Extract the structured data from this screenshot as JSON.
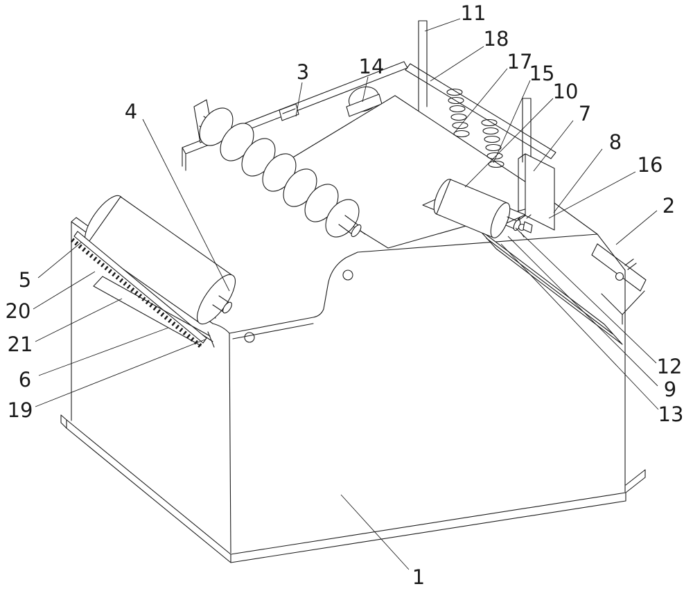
{
  "figure": {
    "type": "patent-technical-drawing",
    "background": "#ffffff",
    "line_color": "#1a1a1a"
  },
  "callouts": [
    {
      "label": "1"
    },
    {
      "label": "2"
    },
    {
      "label": "3"
    },
    {
      "label": "4"
    },
    {
      "label": "5"
    },
    {
      "label": "6"
    },
    {
      "label": "7"
    },
    {
      "label": "8"
    },
    {
      "label": "9"
    },
    {
      "label": "10"
    },
    {
      "label": "11"
    },
    {
      "label": "12"
    },
    {
      "label": "13"
    },
    {
      "label": "14"
    },
    {
      "label": "15"
    },
    {
      "label": "16"
    },
    {
      "label": "17"
    },
    {
      "label": "18"
    },
    {
      "label": "19"
    },
    {
      "label": "20"
    },
    {
      "label": "21"
    }
  ]
}
